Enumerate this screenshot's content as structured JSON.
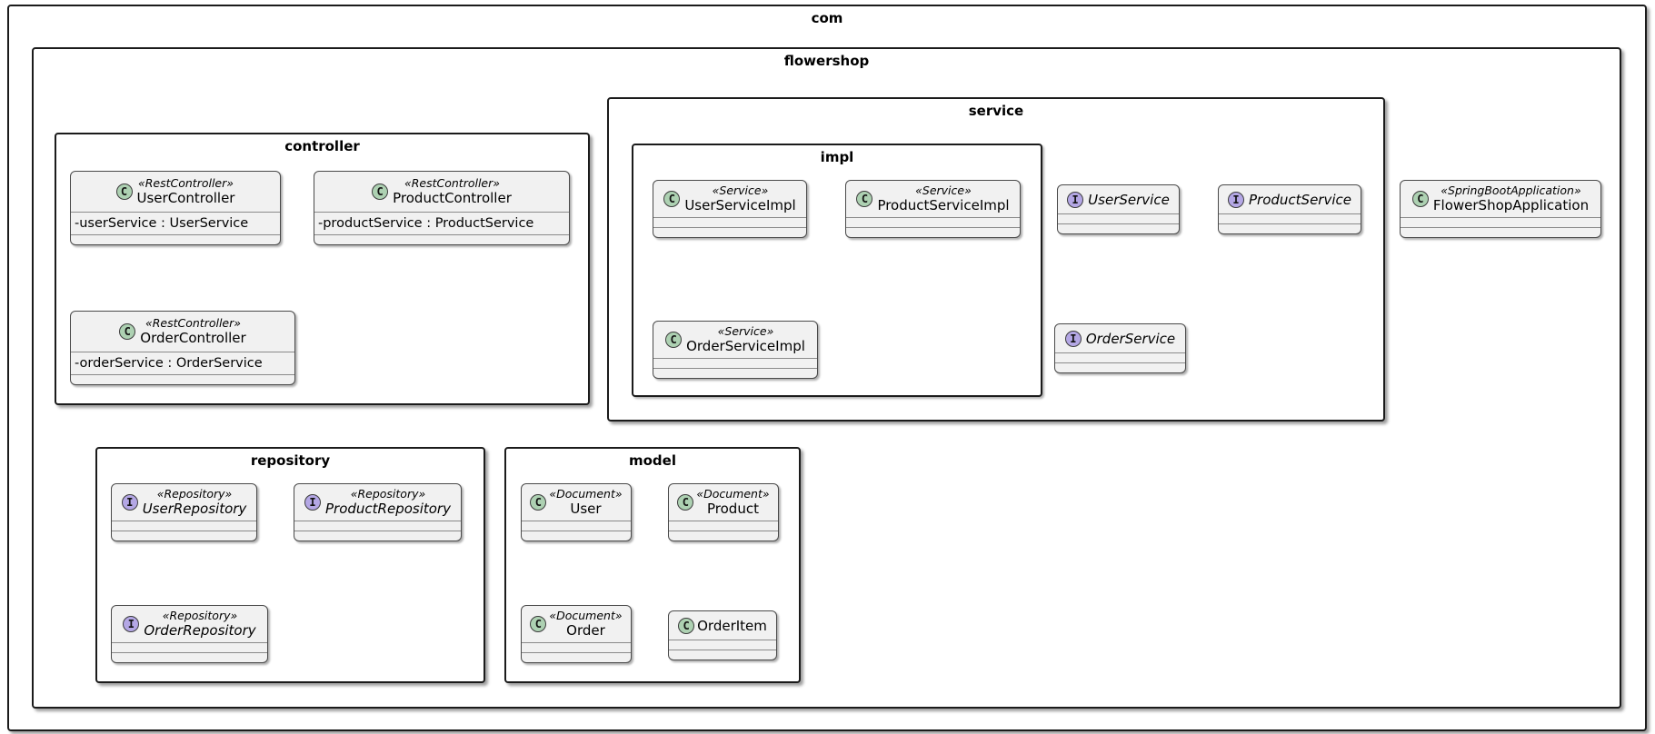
{
  "packages": {
    "com": {
      "label": "com"
    },
    "flowershop": {
      "label": "flowershop"
    },
    "controller": {
      "label": "controller"
    },
    "service": {
      "label": "service"
    },
    "impl": {
      "label": "impl"
    },
    "repository": {
      "label": "repository"
    },
    "model": {
      "label": "model"
    }
  },
  "icons": {
    "class_letter": "C",
    "interface_letter": "I"
  },
  "colors": {
    "class_icon_bg": "#ADD1B2",
    "interface_icon_bg": "#B4A7E5",
    "box_bg": "#F1F1F1",
    "package_border": "#1b1b1b"
  },
  "classes": {
    "user_controller": {
      "stereotype": "«RestController»",
      "name": "UserController",
      "attr": "-userService : UserService"
    },
    "product_controller": {
      "stereotype": "«RestController»",
      "name": "ProductController",
      "attr": "-productService : ProductService"
    },
    "order_controller": {
      "stereotype": "«RestController»",
      "name": "OrderController",
      "attr": "-orderService : OrderService"
    },
    "user_service_impl": {
      "stereotype": "«Service»",
      "name": "UserServiceImpl"
    },
    "product_service_impl": {
      "stereotype": "«Service»",
      "name": "ProductServiceImpl"
    },
    "order_service_impl": {
      "stereotype": "«Service»",
      "name": "OrderServiceImpl"
    },
    "user_service": {
      "name": "UserService"
    },
    "product_service": {
      "name": "ProductService"
    },
    "order_service": {
      "name": "OrderService"
    },
    "flower_shop_application": {
      "stereotype": "«SpringBootApplication»",
      "name": "FlowerShopApplication"
    },
    "user_repository": {
      "stereotype": "«Repository»",
      "name": "UserRepository"
    },
    "product_repository": {
      "stereotype": "«Repository»",
      "name": "ProductRepository"
    },
    "order_repository": {
      "stereotype": "«Repository»",
      "name": "OrderRepository"
    },
    "user_model": {
      "stereotype": "«Document»",
      "name": "User"
    },
    "product_model": {
      "stereotype": "«Document»",
      "name": "Product"
    },
    "order_model": {
      "stereotype": "«Document»",
      "name": "Order"
    },
    "order_item_model": {
      "name": "OrderItem"
    }
  }
}
